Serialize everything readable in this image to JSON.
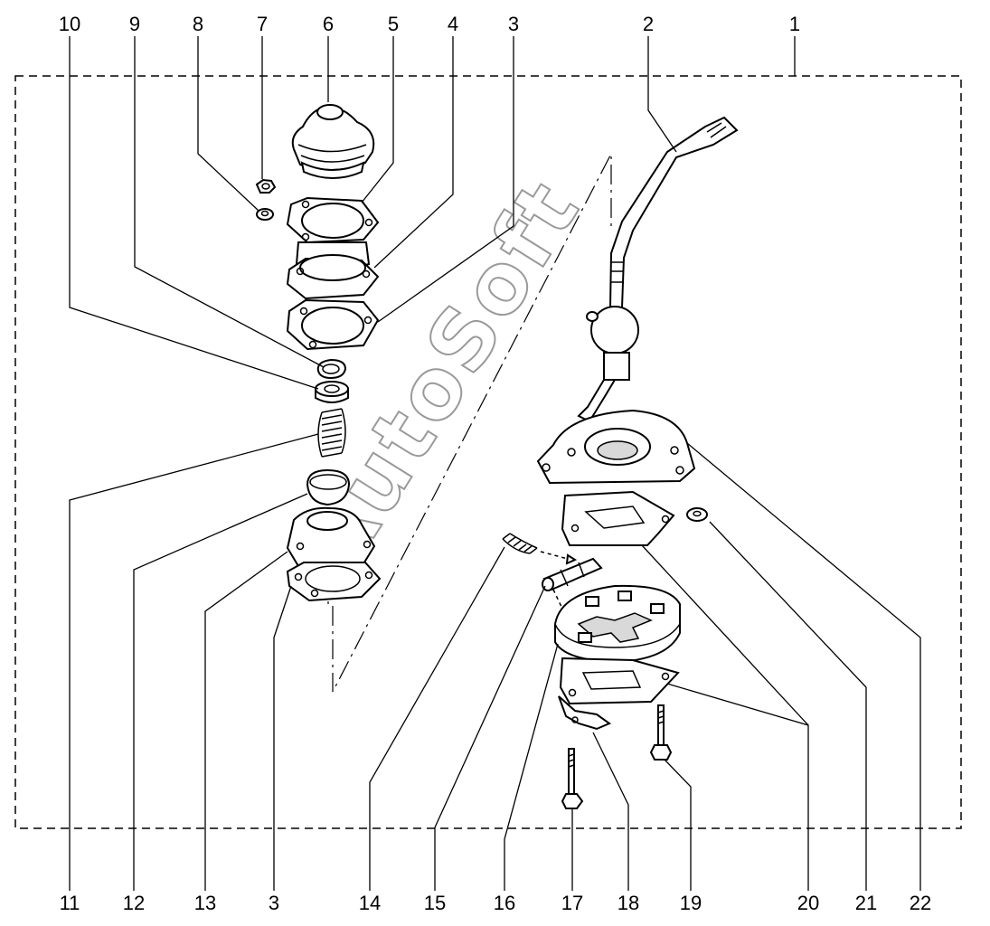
{
  "diagram": {
    "watermark": "AutoSoft",
    "callouts_top": [
      "10",
      "9",
      "8",
      "7",
      "6",
      "5",
      "4",
      "3",
      "2",
      "1"
    ],
    "callouts_bottom": [
      "11",
      "12",
      "13",
      "3",
      "14",
      "15",
      "16",
      "17",
      "18",
      "19",
      "20",
      "21",
      "22"
    ]
  }
}
